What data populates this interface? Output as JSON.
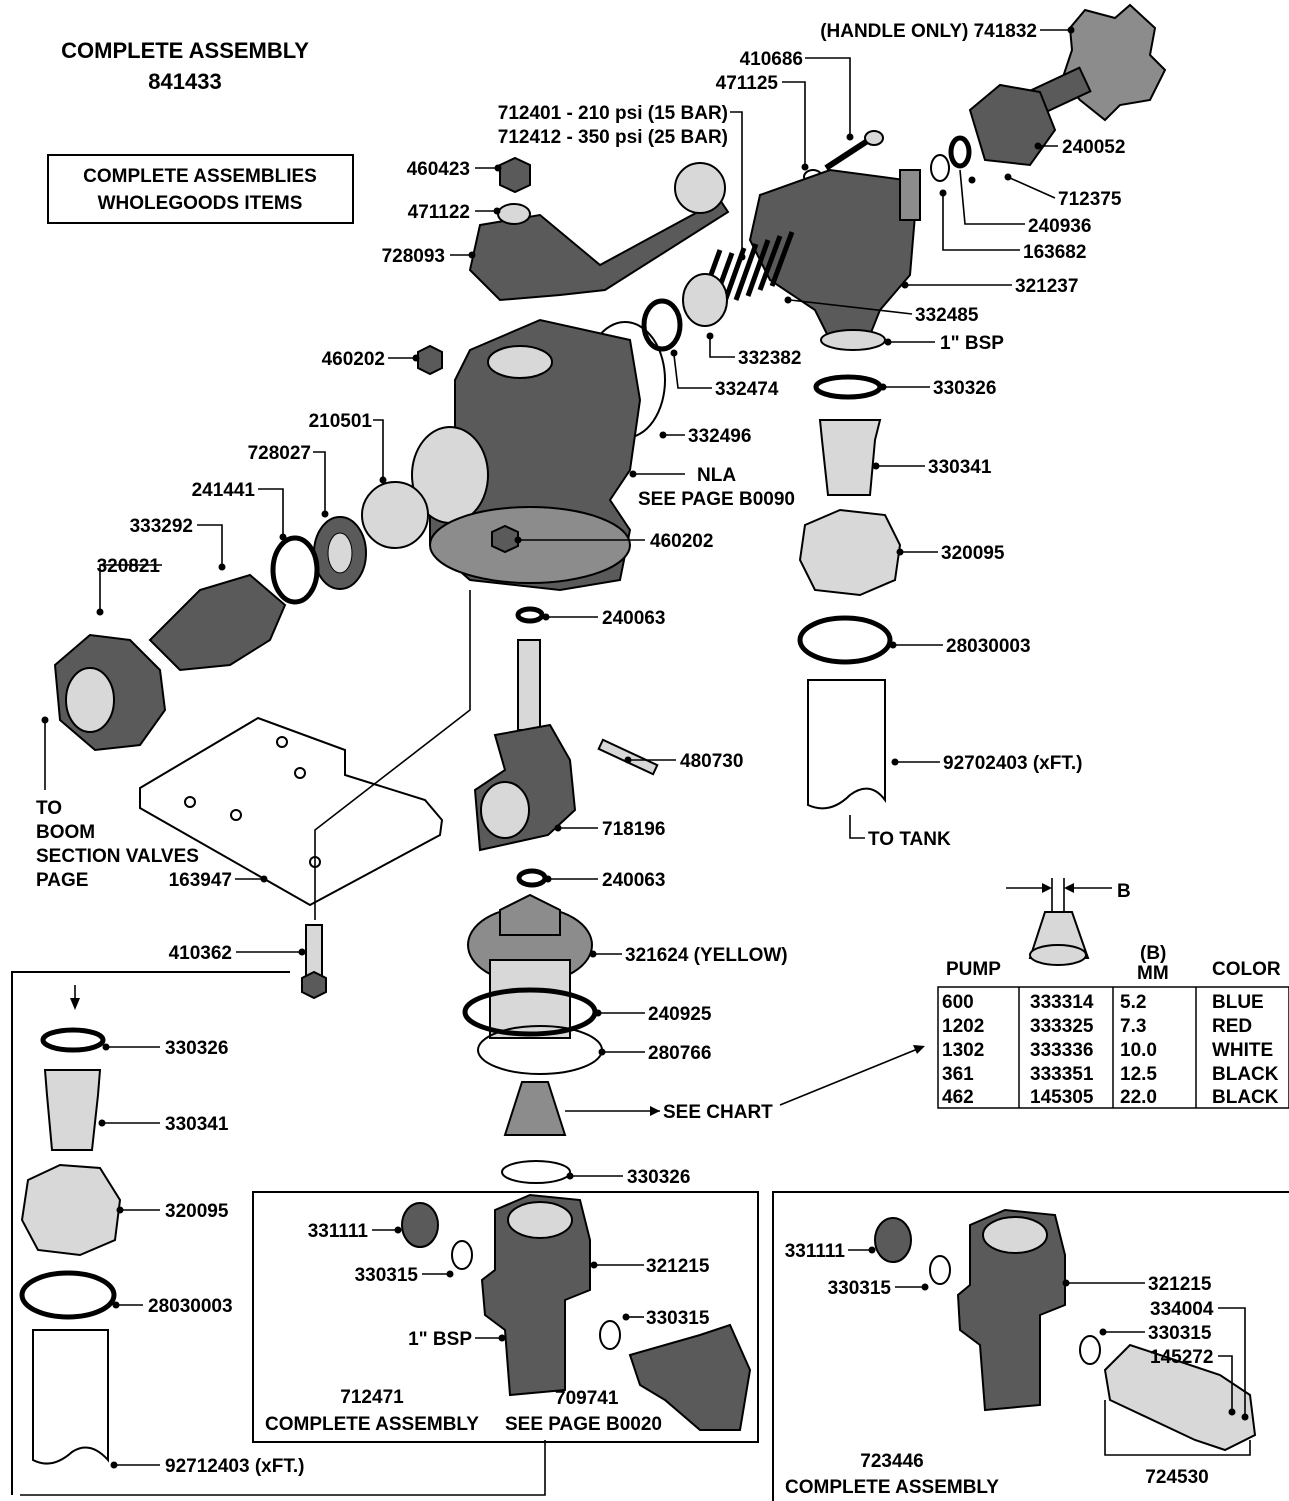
{
  "title": {
    "line1": "COMPLETE ASSEMBLY",
    "line2": "841433"
  },
  "wholegoods_box": {
    "line1": "COMPLETE ASSEMBLIES",
    "line2": "WHOLEGOODS ITEMS"
  },
  "labels": {
    "handle_only": "(HANDLE ONLY) 741832",
    "p410686": "410686",
    "p471125": "471125",
    "p712401": "712401 - 210 psi (15 BAR)",
    "p712412": "712412 - 350 psi (25 BAR)",
    "p240052": "240052",
    "p712375": "712375",
    "p240936": "240936",
    "p163682": "163682",
    "p321237": "321237",
    "p332485": "332485",
    "p332382": "332382",
    "bsp_top": "1\" BSP",
    "p332474": "332474",
    "p330326_r": "330326",
    "p332496": "332496",
    "p330341_r": "330341",
    "nla": "NLA",
    "see_b0090": "SEE PAGE B0090",
    "p460202_b": "460202",
    "p320095_r": "320095",
    "p28030003_r": "28030003",
    "p92702403": "92702403 (xFT.)",
    "to_tank": "TO TANK",
    "p460423": "460423",
    "p471122": "471122",
    "p728093": "728093",
    "p460202_a": "460202",
    "p210501": "210501",
    "p728027": "728027",
    "p241441": "241441",
    "p333292": "333292",
    "p320821": "320821",
    "p240063_a": "240063",
    "p480730": "480730",
    "p718196": "718196",
    "to": "TO",
    "boom": "BOOM",
    "section_valves": "SECTION VALVES",
    "page": "PAGE",
    "p163947": "163947",
    "p240063_b": "240063",
    "p410362": "410362",
    "p321624": "321624 (YELLOW)",
    "p240925": "240925",
    "p280766": "280766",
    "see_chart": "SEE CHART",
    "p330326_c": "330326",
    "b_label": "B",
    "p330326_l": "330326",
    "p330341_l": "330341",
    "p320095_l": "320095",
    "p28030003_l": "28030003",
    "p92712403": "92712403 (xFT.)"
  },
  "chart": {
    "headers": {
      "pump": "PUMP",
      "b": "(B)",
      "mm": "MM",
      "color": "COLOR"
    },
    "rows": [
      {
        "pump": "600",
        "part": "333314",
        "mm": "5.2",
        "color": "BLUE"
      },
      {
        "pump": "1202",
        "part": "333325",
        "mm": "7.3",
        "color": "RED"
      },
      {
        "pump": "1302",
        "part": "333336",
        "mm": "10.0",
        "color": "WHITE"
      },
      {
        "pump": "361",
        "part": "333351",
        "mm": "12.5",
        "color": "BLACK"
      },
      {
        "pump": "462",
        "part": "145305",
        "mm": "22.0",
        "color": "BLACK"
      }
    ]
  },
  "inset_middle": {
    "p331111": "331111",
    "p330315_a": "330315",
    "p321215": "321215",
    "p330315_b": "330315",
    "bsp": "1\" BSP",
    "p712471": "712471",
    "complete_assembly": "COMPLETE ASSEMBLY",
    "p709741": "709741",
    "see_b0020": "SEE PAGE B0020"
  },
  "inset_right": {
    "p331111": "331111",
    "p330315_a": "330315",
    "p321215": "321215",
    "p334004": "334004",
    "p330315_b": "330315",
    "p145272": "145272",
    "p723446": "723446",
    "complete_assembly": "COMPLETE ASSEMBLY",
    "p724530": "724530"
  }
}
